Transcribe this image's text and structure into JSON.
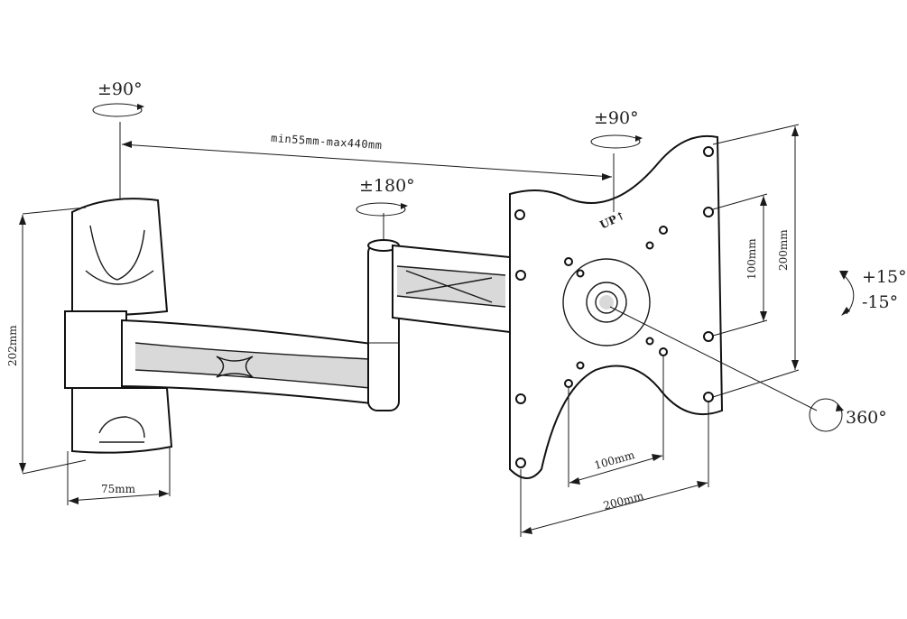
{
  "rotation_labels": {
    "wall_pivot": "±90°",
    "arm_pivot": "±180°",
    "plate_pivot": "±90°",
    "tilt_up": "+15°",
    "tilt_down": "-15°",
    "plate_rotation": "360°"
  },
  "dimensions": {
    "extension": "min55mm-max440mm",
    "wall_plate_height": "202mm",
    "wall_plate_width": "75mm",
    "vesa_inner_vertical": "100mm",
    "vesa_outer_vertical": "200mm",
    "vesa_inner_horizontal": "100mm",
    "vesa_outer_horizontal": "200mm"
  },
  "plate_marking": "UP↑"
}
